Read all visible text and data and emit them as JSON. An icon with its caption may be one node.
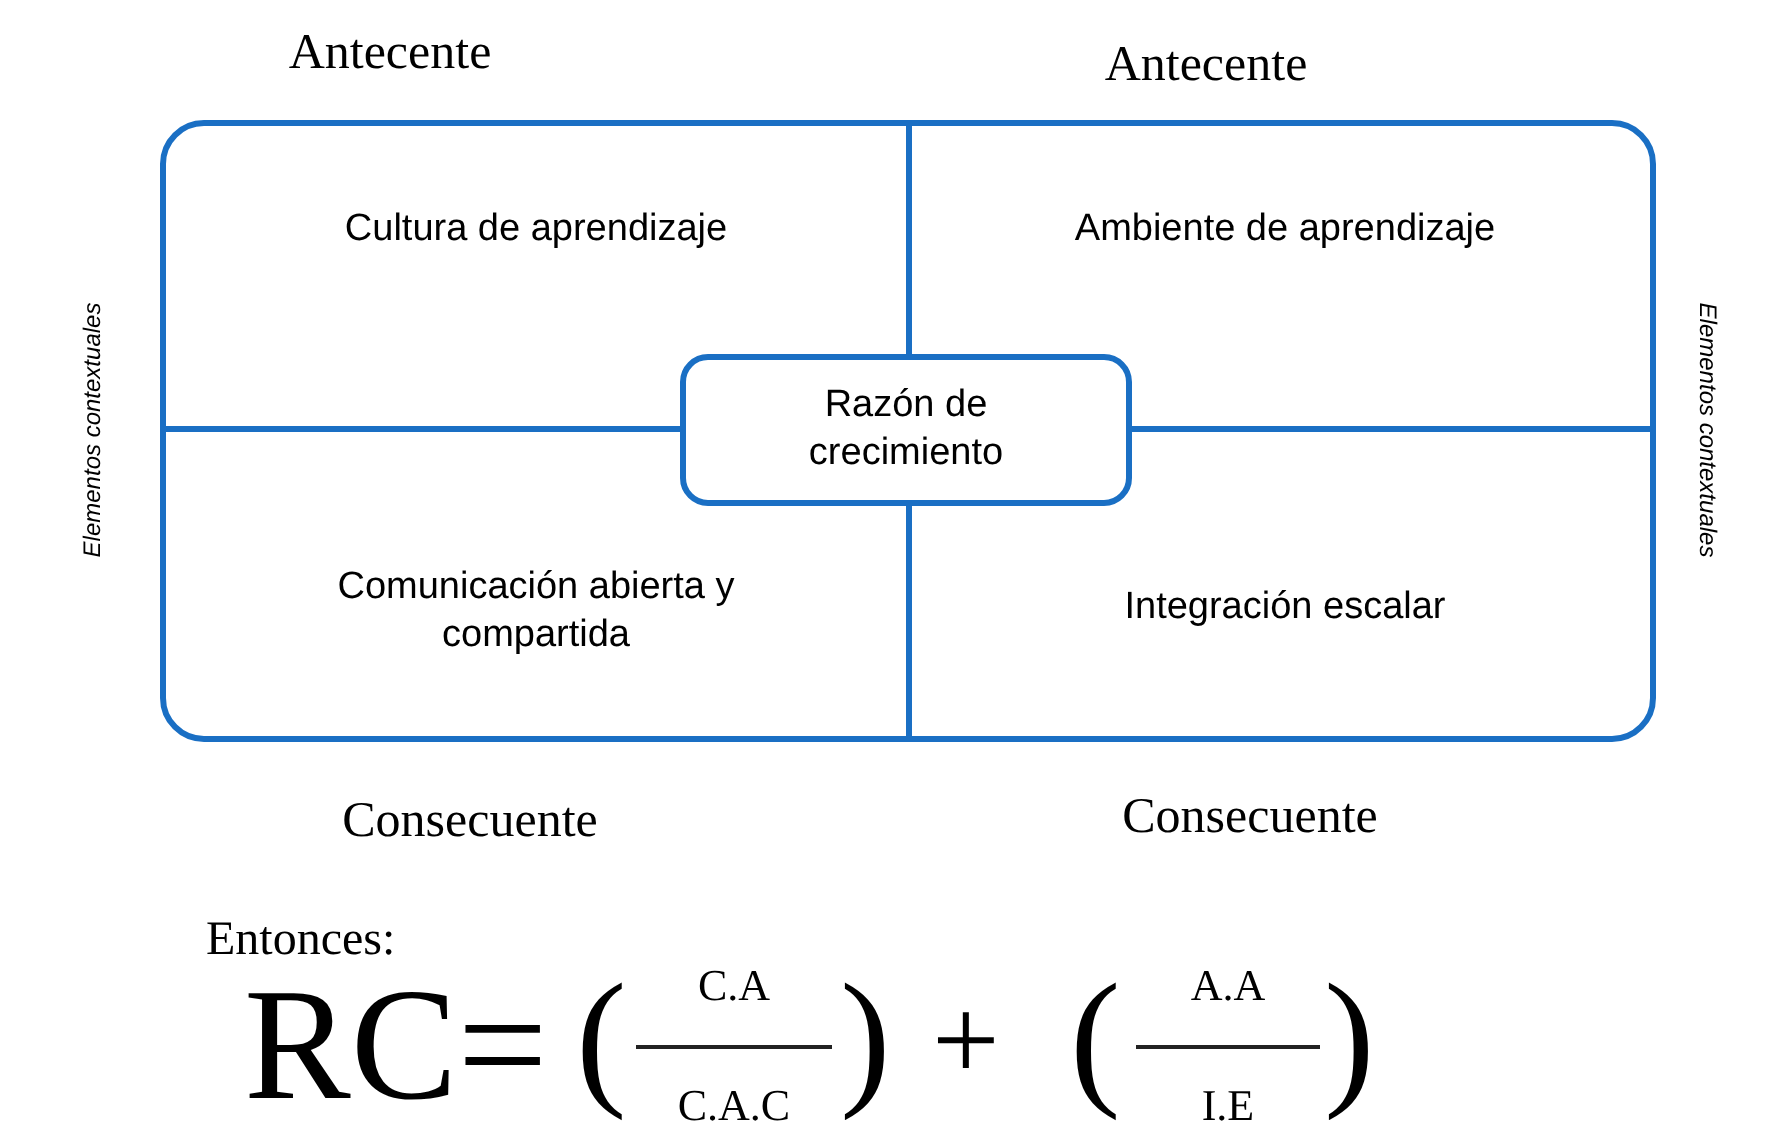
{
  "diagram": {
    "nodes": [
      {
        "text": [
          "Cultura de aprendizaje"
        ]
      },
      {
        "text": [
          "Ambiente de aprendizaje"
        ]
      },
      {
        "text": [
          "Comunicación abierta y compartida"
        ]
      },
      {
        "text": [
          "Integración escalar"
        ]
      },
      {
        "text": [
          "Razón de crecimiento"
        ]
      }
    ],
    "labels": [
      "Antecente",
      "Antecente",
      "Elementos contextuales",
      "Elementos contextuales",
      "Consecuente",
      "Consecuente",
      "Entonces:",
      "RC=",
      "(",
      "C.A",
      "C.A.C",
      ")",
      "+",
      "(",
      "A.A",
      "I.E",
      ")"
    ]
  }
}
